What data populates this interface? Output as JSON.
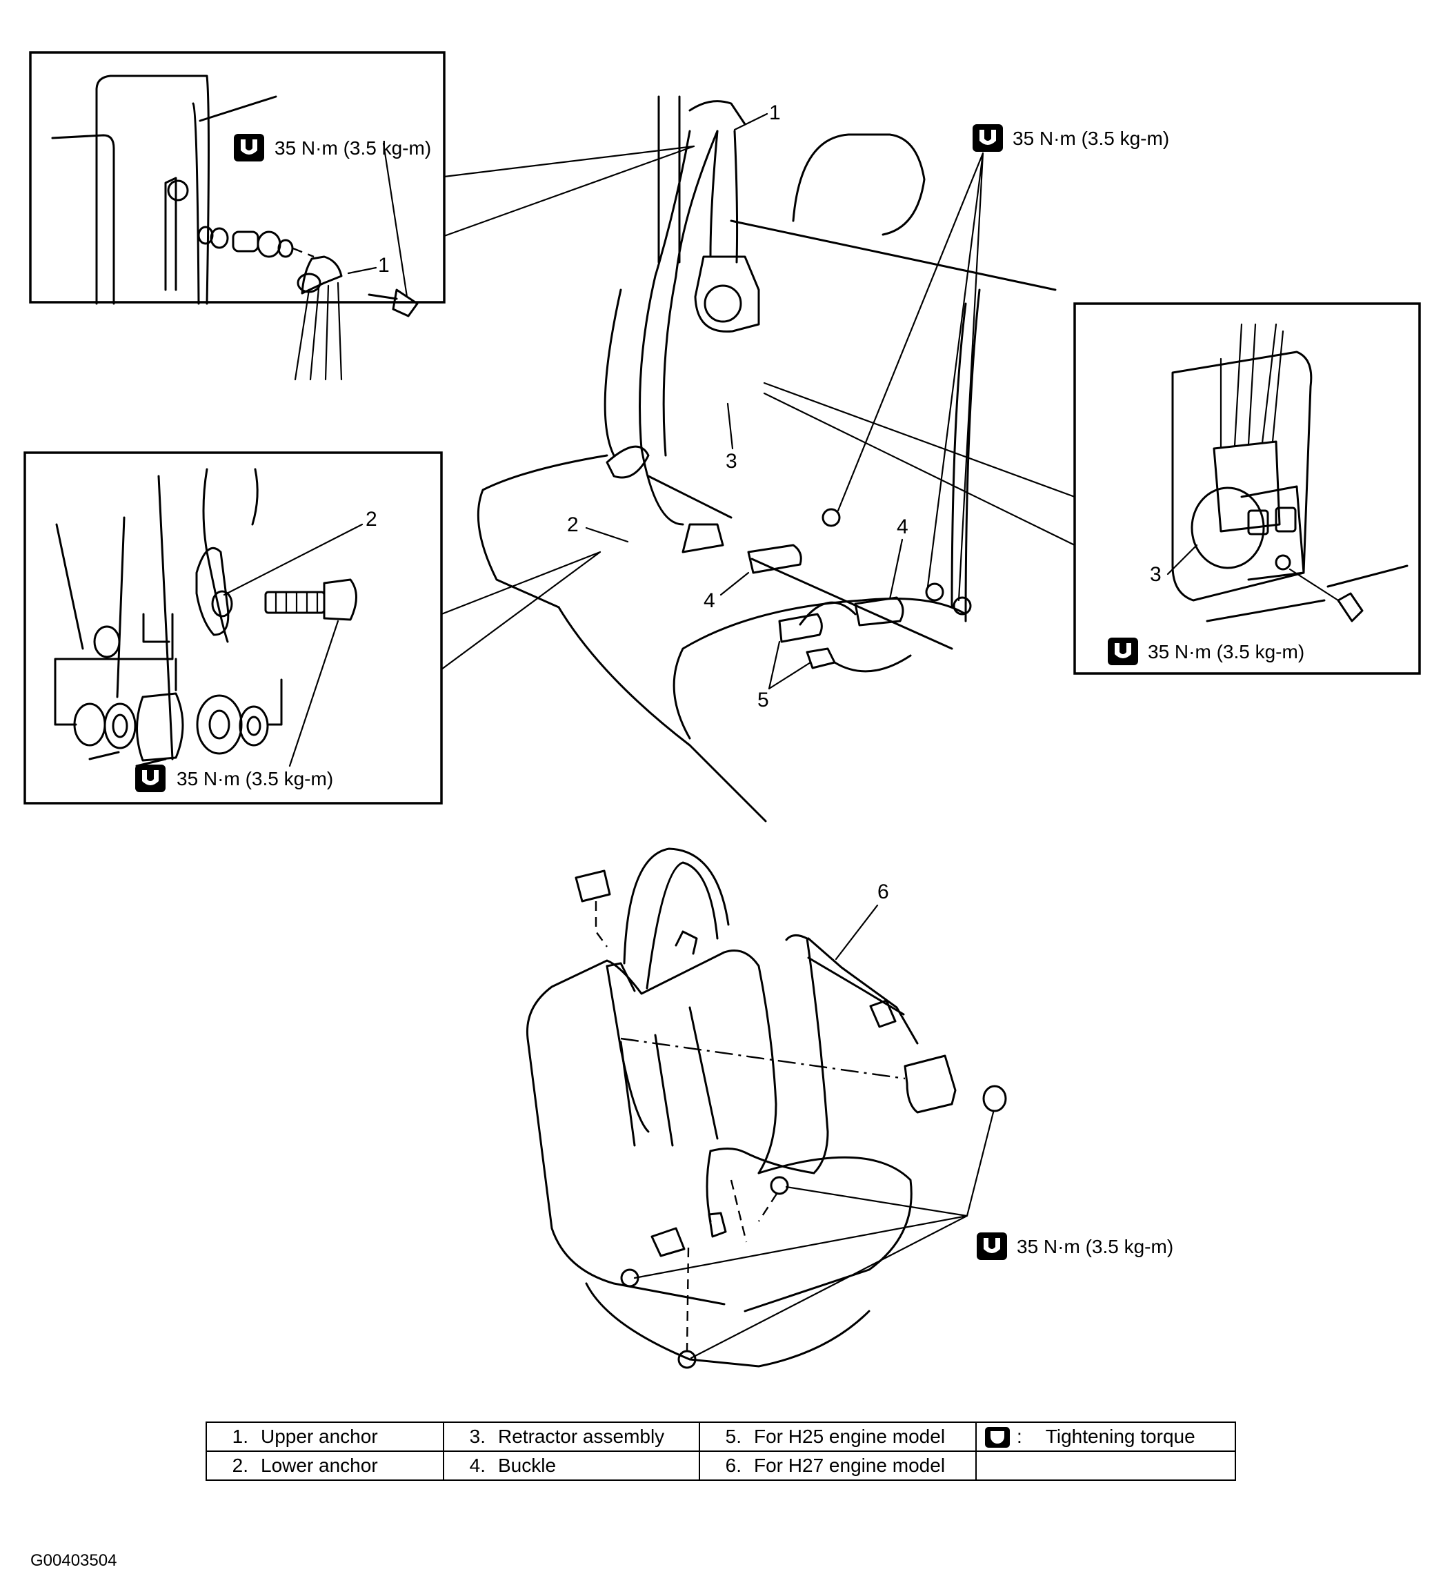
{
  "callouts": {
    "upper_anchor": "1",
    "lower_anchor": "2",
    "retractor": "3",
    "buckle": "4",
    "h25": "5",
    "h27": "6"
  },
  "torque_spec": "35 N·m (3.5 kg-m)",
  "legend": {
    "rows": [
      [
        {
          "num": "1.",
          "text": "Upper anchor"
        },
        {
          "num": "3.",
          "text": "Retractor assembly"
        },
        {
          "num": "5.",
          "text": "For H25 engine model"
        },
        {
          "icon": "tightening-torque-icon",
          "sep": ":",
          "text": "Tightening torque"
        }
      ],
      [
        {
          "num": "2.",
          "text": "Lower anchor"
        },
        {
          "num": "4.",
          "text": "Buckle"
        },
        {
          "num": "6.",
          "text": "For H27 engine model"
        },
        {
          "text": ""
        }
      ]
    ]
  },
  "figure_id": "G00403504"
}
